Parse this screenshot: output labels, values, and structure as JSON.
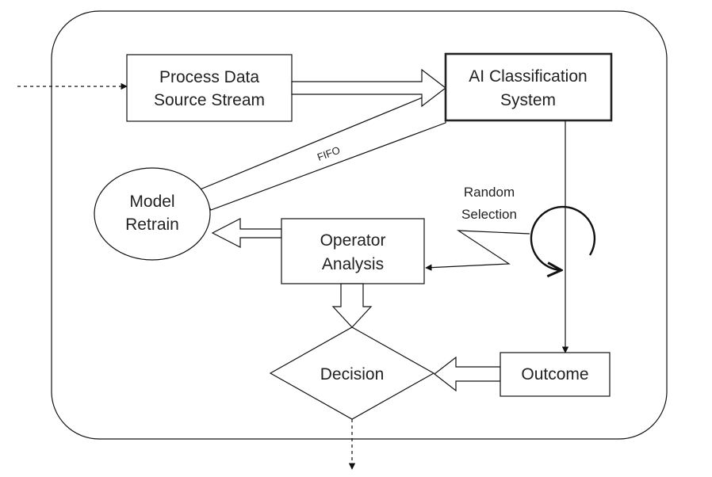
{
  "nodes": {
    "process_data": [
      "Process Data",
      "Source Stream"
    ],
    "ai_classification": [
      "AI Classification",
      "System"
    ],
    "model_retrain": [
      "Model",
      "Retrain"
    ],
    "operator_analysis": [
      "Operator",
      "Analysis"
    ],
    "decision": "Decision",
    "outcome": "Outcome"
  },
  "edge_labels": {
    "fifo": "FIFO",
    "random_selection": [
      "Random",
      "Selection"
    ]
  }
}
